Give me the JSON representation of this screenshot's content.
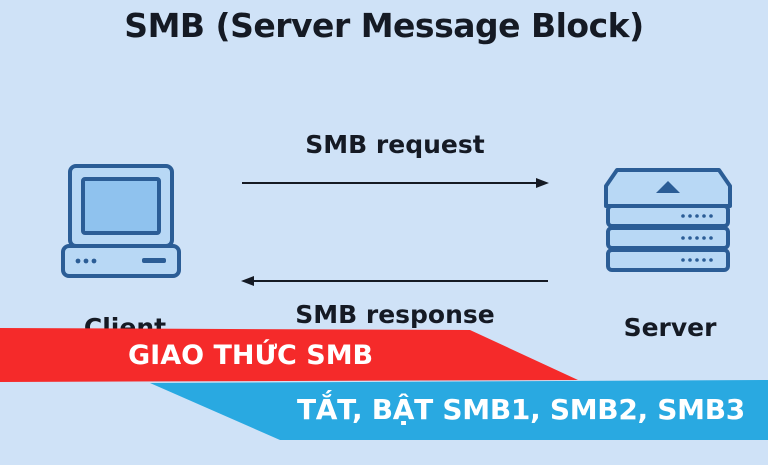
{
  "title": "SMB (Server Message Block)",
  "diagram": {
    "request_label": "SMB request",
    "response_label": "SMB response",
    "client_label": "Client",
    "server_label": "Server",
    "client_icon": "laptop-icon",
    "server_icon": "server-icon"
  },
  "banner": {
    "primary_text": "GIAO THỨC SMB",
    "secondary_text": "TẮT, BẬT SMB1, SMB2, SMB3",
    "primary_color": "#f52a2a",
    "secondary_color": "#29a9e1"
  },
  "colors": {
    "background": "#cfe2f7",
    "icon_fill": "#b8d8f5",
    "icon_stroke": "#2b5d96",
    "text": "#151a24"
  }
}
